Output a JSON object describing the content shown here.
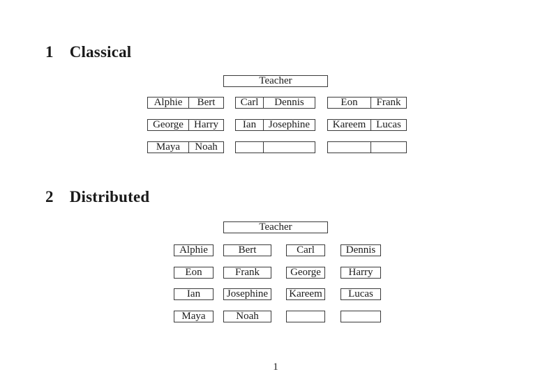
{
  "page": {
    "background_color": "#ffffff",
    "text_color": "#1a1a1a",
    "border_color": "#3a3a3a",
    "page_number": "1"
  },
  "sections": [
    {
      "number": "1",
      "title": "Classical"
    },
    {
      "number": "2",
      "title": "Distributed"
    }
  ],
  "classical": {
    "teacher_label": "Teacher",
    "tables": [
      {
        "rows": [
          [
            "Alphie",
            "Bert"
          ],
          [
            "George",
            "Harry"
          ],
          [
            "Maya",
            "Noah"
          ]
        ]
      },
      {
        "rows": [
          [
            "Carl",
            "Dennis"
          ],
          [
            "Ian",
            "Josephine"
          ],
          [
            "",
            ""
          ]
        ]
      },
      {
        "rows": [
          [
            "Eon",
            "Frank"
          ],
          [
            "Kareem",
            "Lucas"
          ],
          [
            "",
            ""
          ]
        ]
      }
    ]
  },
  "distributed": {
    "teacher_label": "Teacher",
    "rows": [
      [
        "Alphie",
        "Bert",
        "Carl",
        "Dennis"
      ],
      [
        "Eon",
        "Frank",
        "George",
        "Harry"
      ],
      [
        "Ian",
        "Josephine",
        "Kareem",
        "Lucas"
      ],
      [
        "Maya",
        "Noah",
        "",
        ""
      ]
    ]
  }
}
